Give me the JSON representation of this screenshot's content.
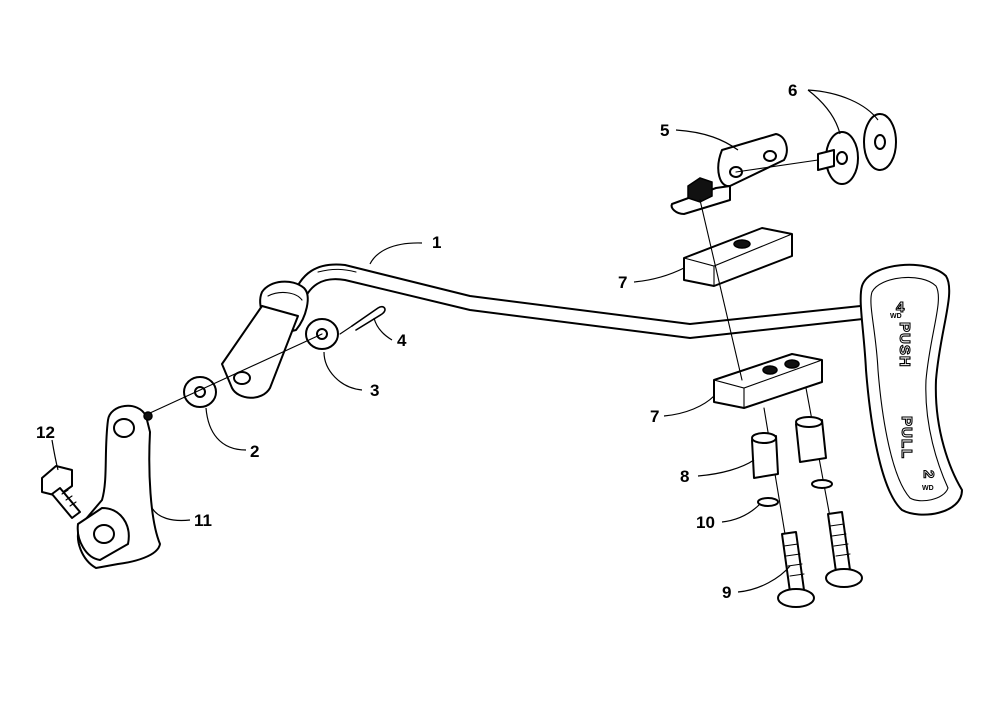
{
  "callouts": {
    "c1": "1",
    "c2": "2",
    "c3": "3",
    "c4": "4",
    "c5": "5",
    "c6": "6",
    "c7a": "7",
    "c7b": "7",
    "c8": "8",
    "c9": "9",
    "c10": "10",
    "c11": "11",
    "c12": "12"
  },
  "knob": {
    "top_badge": "4",
    "top_badge_sub": "WD",
    "push": "PUSH",
    "pull": "PULL",
    "bottom_badge": "2",
    "bottom_badge_sub": "WD"
  }
}
